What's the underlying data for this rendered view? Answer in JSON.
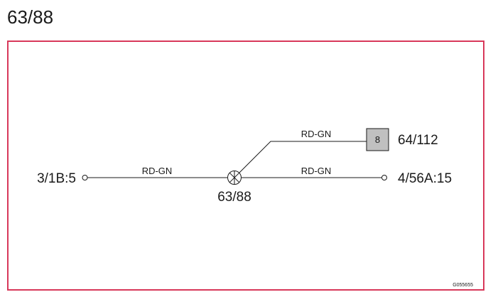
{
  "page": {
    "title": "63/88"
  },
  "diagram": {
    "left_terminal": {
      "label": "3/1B:5"
    },
    "right_terminal": {
      "label": "4/56A:15"
    },
    "splice": {
      "label": "63/88"
    },
    "connector": {
      "pin": "8",
      "label": "64/112"
    },
    "wires": {
      "left": {
        "color_code": "RD-GN"
      },
      "right": {
        "color_code": "RD-GN"
      },
      "branch": {
        "color_code": "RD-GN"
      }
    },
    "image_code": "G055655"
  }
}
